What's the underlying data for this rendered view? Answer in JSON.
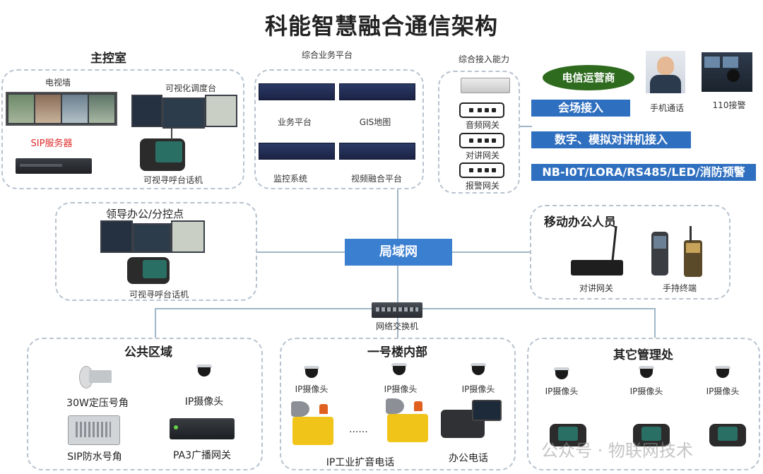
{
  "title": "科能智慧融合通信架构",
  "main_control": {
    "title": "主控室",
    "tv_wall": "电视墙",
    "dispatch_console": "可视化调度台",
    "sip_server": "SIP服务器",
    "video_intercom": "可视寻呼台话机"
  },
  "business_platform": {
    "title": "综合业务平台",
    "items": [
      "业务平台",
      "GIS地图",
      "监控系统",
      "视频融合平台"
    ]
  },
  "access_capability": {
    "title": "综合接入能力",
    "gateways": [
      "音频网关",
      "对讲网关",
      "报警网关"
    ],
    "carrier": "电信运营商",
    "access_bars": [
      "会场接入",
      "数字、模拟对讲机接入",
      "NB-I0T/LORA/RS485/LED/消防预警"
    ],
    "mobile_call": "手机通话",
    "police_110": "110接警"
  },
  "leader_office": {
    "title": "领导办公/分控点",
    "video_intercom": "可视寻呼台话机"
  },
  "lan": "局域网",
  "mobile_staff": {
    "title": "移动办公人员",
    "intercom_gateway": "对讲网关",
    "handheld": "手持终端"
  },
  "switch_label": "网络交换机",
  "public_area": {
    "title": "公共区域",
    "horn": "30W定压号角",
    "ip_camera": "IP摄像头",
    "sip_horn": "SIP防水号角",
    "pa3_gateway": "PA3广播网关"
  },
  "building_one": {
    "title": "一号楼内部",
    "cameras": [
      "IP摄像头",
      "IP摄像头",
      "IP摄像头"
    ],
    "ellipsis": "......",
    "industrial_phone": "IP工业扩音电话",
    "office_phone": "办公电话"
  },
  "other_office": {
    "title": "其它管理处",
    "cameras": [
      "IP摄像头",
      "IP摄像头",
      "IP摄像头"
    ]
  },
  "watermark": "公众号 · 物联网技术",
  "colors": {
    "accent_blue": "#2f6fbf",
    "lan_blue": "#3b7fd0",
    "carrier_green": "#2e6b1e",
    "sip_red": "#e02a2a"
  }
}
